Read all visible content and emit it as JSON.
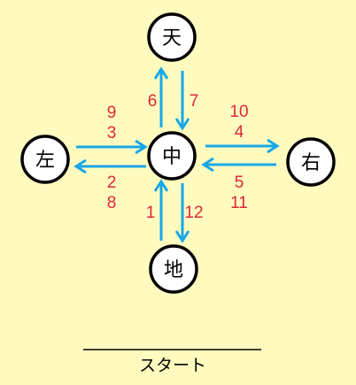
{
  "colors": {
    "background": "#fffbbf",
    "arrow": "#1aa7e8",
    "number": "#e0273a",
    "ink": "#000000"
  },
  "nodes": {
    "ten": "天",
    "chi": "地",
    "hidari": "左",
    "migi": "右",
    "naka": "中"
  },
  "steps": {
    "up_from_center": "6",
    "down_to_center": "7",
    "center_to_right_top": "10",
    "center_to_right_bottom": "4",
    "right_to_center_top": "5",
    "right_to_center_bottom": "11",
    "left_to_center_top": "9",
    "left_to_center_bottom": "3",
    "center_to_left_top": "2",
    "center_to_left_bottom": "8",
    "bottom_to_center": "1",
    "center_to_bottom": "12"
  },
  "footer": {
    "start_label": "スタート"
  }
}
